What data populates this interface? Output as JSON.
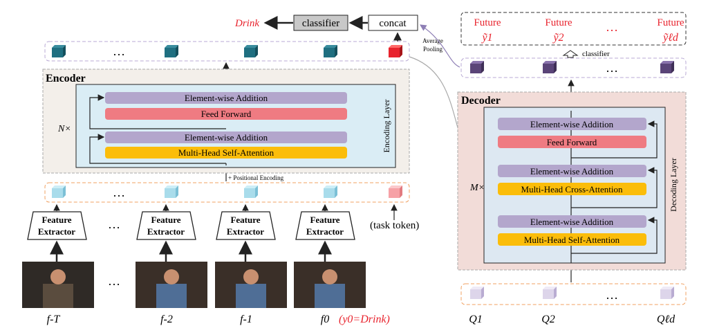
{
  "top": {
    "prediction": "Drink",
    "classifier": "classifier",
    "concat": "concat",
    "pooling_line1": "Average",
    "pooling_line2": "Pooling"
  },
  "encoder": {
    "title": "Encoder",
    "repeat": "N×",
    "layer_label": "Encoding Layer",
    "blocks": [
      "Element-wise Addition",
      "Feed Forward",
      "Element-wise Addition",
      "Multi-Head Self-Attention"
    ],
    "positional": "+ Positional Encoding"
  },
  "inputs": {
    "extractor_line1": "Feature",
    "extractor_line2": "Extractor",
    "task_token": "(task token)",
    "ellipsis": "…",
    "frame_labels": [
      "f-T",
      "f-2",
      "f-1",
      "f0"
    ],
    "current_label": "(y0=Drink)"
  },
  "decoder": {
    "title": "Decoder",
    "repeat": "M×",
    "layer_label": "Decoding Layer",
    "blocks": [
      "Element-wise Addition",
      "Feed Forward",
      "Element-wise Addition",
      "Multi-Head Cross-Attention",
      "Element-wise Addition",
      "Multi-Head Self-Attention"
    ],
    "classifier": "classifier",
    "future_label": "Future",
    "future_outputs": [
      "ỹ1",
      "ỹ2",
      "ỹℓd"
    ],
    "queries": [
      "Q1",
      "Q2",
      "Qℓd"
    ]
  },
  "colors": {
    "red": "#e8232d",
    "teal": "#1f6f80",
    "light_blue": "#a9dceb",
    "purple": "#5a4478",
    "bar_purple": "#b3a6cc",
    "bar_pink": "#ef7b82",
    "bar_orange": "#fbbd0a",
    "enc_bg": "#f3efea",
    "dec_bg": "#f2dcd8",
    "inner_bg": "#daedf5"
  }
}
